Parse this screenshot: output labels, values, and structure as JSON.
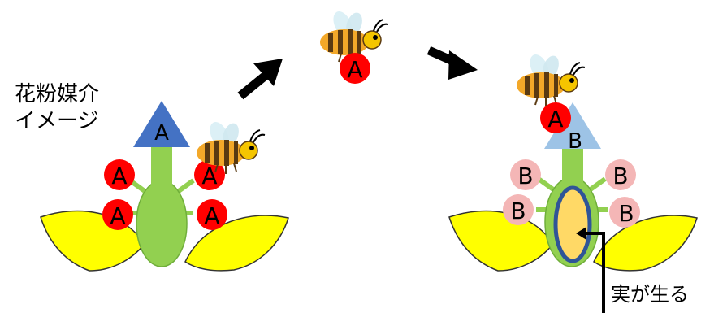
{
  "caption": {
    "line1": "花粉媒介",
    "line2": "イメージ"
  },
  "flower_left": {
    "pistil_label": "A",
    "stamen_labels": [
      "A",
      "A",
      "A",
      "A"
    ]
  },
  "bee_flying": {
    "pollen_label": "A"
  },
  "flower_right": {
    "bee_pollen_label": "A",
    "pistil_label": "B",
    "stamen_labels": [
      "B",
      "B",
      "B",
      "B"
    ],
    "fruit_label": "実が生る"
  },
  "colors": {
    "petal": "#ffff00",
    "stem": "#92d050",
    "pistil_left": "#4472c4",
    "pistil_right": "#9dc3e6",
    "pollen_a": "#ff0000",
    "pollen_b": "#f4b6b6",
    "ovary": "#ffd966",
    "ovary_ring": "#2f5597"
  }
}
